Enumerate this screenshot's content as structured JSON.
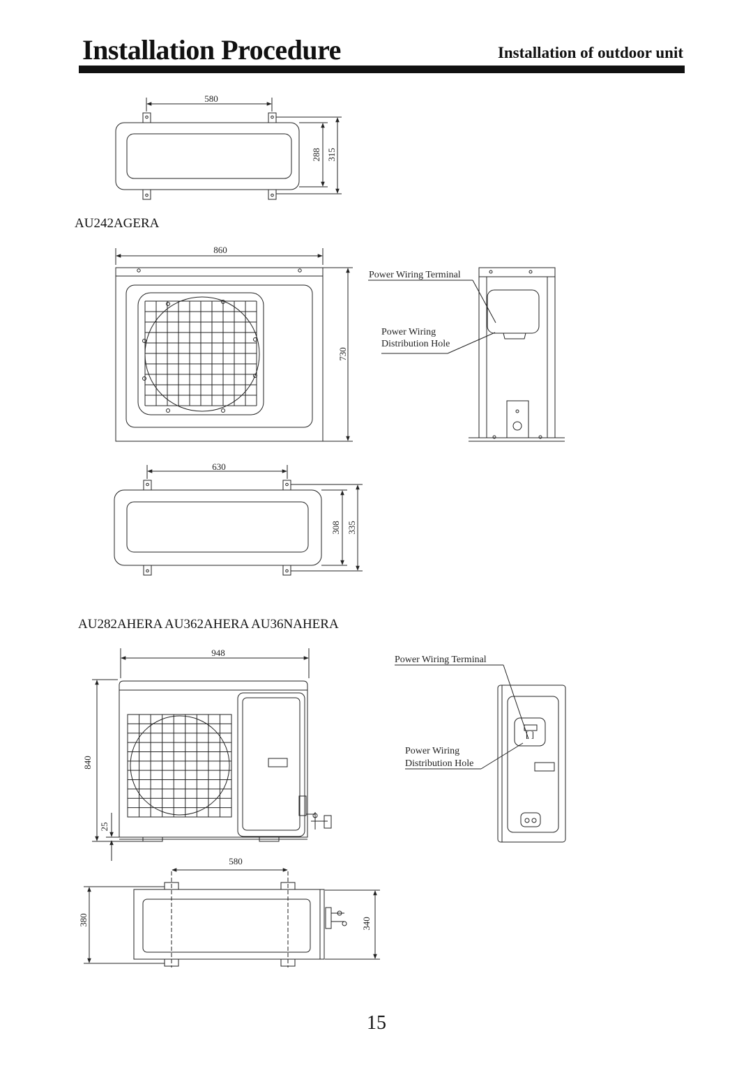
{
  "header": {
    "title": "Installation Procedure",
    "subtitle": "Installation of outdoor unit"
  },
  "section1": {
    "base_dims": {
      "width": "580",
      "depth_inner": "288",
      "depth_outer": "315"
    }
  },
  "section2": {
    "model": "AU242AGERA",
    "front_dims": {
      "width": "860",
      "height": "730"
    },
    "callouts": {
      "terminal": "Power Wiring Terminal",
      "hole_line1": "Power Wiring",
      "hole_line2": "Distribution Hole"
    },
    "base_dims": {
      "width": "630",
      "depth_inner": "308",
      "depth_outer": "335"
    }
  },
  "section3": {
    "models": "AU282AHERA  AU362AHERA  AU36NAHERA",
    "front_dims": {
      "width": "948",
      "height": "840",
      "foot": "25"
    },
    "callouts": {
      "terminal": "Power Wiring Terminal",
      "hole_line1": "Power Wiring",
      "hole_line2": "Distribution Hole"
    },
    "base_dims": {
      "width": "580",
      "depth_outer": "380",
      "depth_inner": "340"
    }
  },
  "footer": {
    "page_number": "15"
  }
}
